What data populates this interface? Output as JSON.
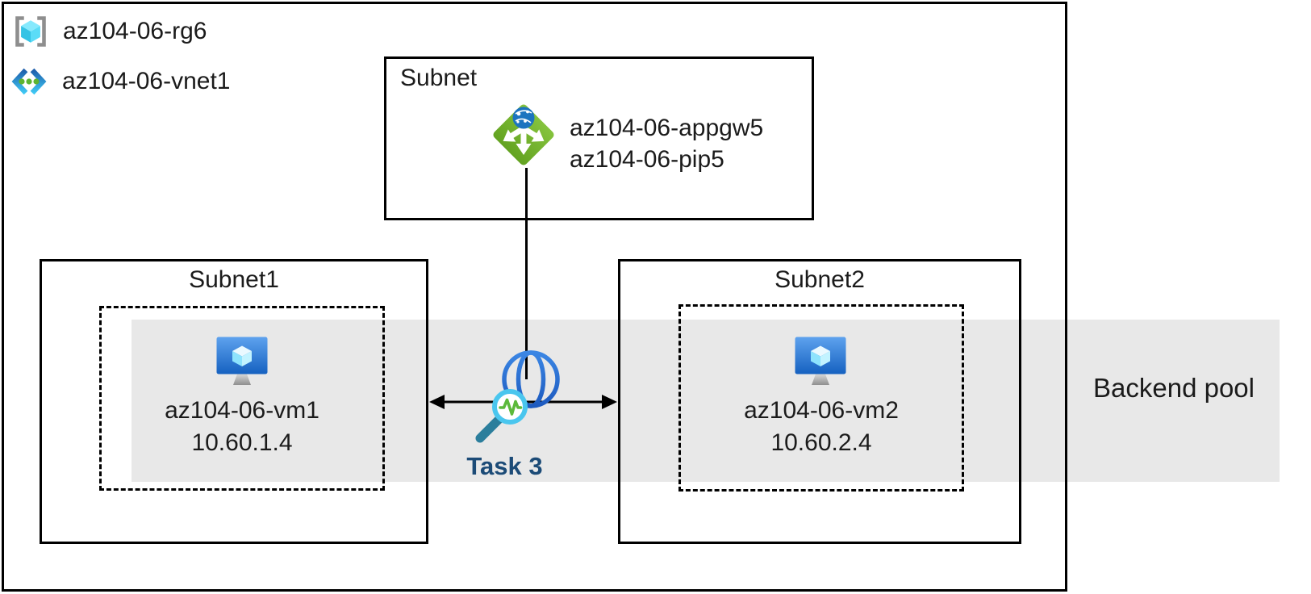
{
  "header": {
    "resource_group": "az104-06-rg6",
    "vnet": "az104-06-vnet1"
  },
  "gateway_subnet": {
    "title": "Subnet",
    "lines": [
      "az104-06-appgw5",
      "az104-06-pip5"
    ]
  },
  "subnet1": {
    "title": "Subnet1",
    "vm_name": "az104-06-vm1",
    "vm_ip": "10.60.1.4"
  },
  "subnet2": {
    "title": "Subnet2",
    "vm_name": "az104-06-vm2",
    "vm_ip": "10.60.2.4"
  },
  "center": {
    "task_label": "Task 3"
  },
  "backend_pool": {
    "label": "Backend pool"
  },
  "icons": {
    "resource_group": "resource-group-icon",
    "vnet": "virtual-network-icon",
    "app_gateway": "application-gateway-icon",
    "vm": "virtual-machine-icon",
    "probe": "globe-with-health-probe-magnifier-icon"
  },
  "colors": {
    "band_gray": "#E8E8E8",
    "task_text_blue": "#1C4B77",
    "appgw_green": "#76B82A",
    "globe_blue": "#2E76D6",
    "magnifier_ring_cyan": "#4AC6EE",
    "magnifier_handle_teal": "#2B7E9C",
    "probe_pulse_green": "#5CB93B",
    "vm_monitor_blue": "#1561C0",
    "vnet_dot_green": "#5DB431",
    "line_black": "#000000"
  }
}
